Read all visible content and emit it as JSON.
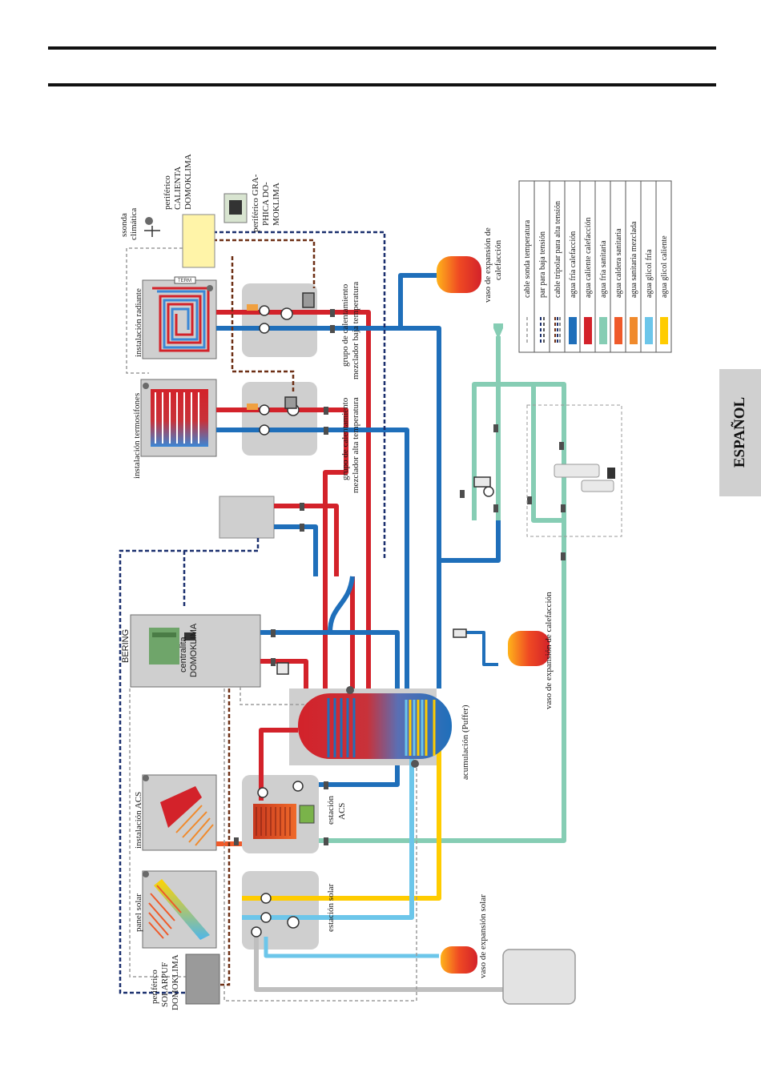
{
  "page": {
    "language_tab": "ESPAÑOL"
  },
  "colors": {
    "agua_fria_calefaccion": "#1f6fba",
    "agua_caliente_calefaccion": "#d3222a",
    "agua_fria_sanitaria": "#86cdb4",
    "agua_caldera_sanitaria": "#ef5a2a",
    "agua_sanitaria_mezclada": "#f08a2c",
    "agua_glicol_fria": "#6cc6ea",
    "agua_glicol_caliente": "#ffcc00",
    "component_grey": "#cfcfcf",
    "pipe_grey": "#bfbfbf"
  },
  "labels": {
    "ssonda": "ssonda",
    "climatica": "climática",
    "calienta_1": "periférico",
    "calienta_2": "CALIENTA",
    "calienta_3": "DOMOKLIMA",
    "grafica_1": "periférico GRA-",
    "grafica_2": "PHICA DO-",
    "grafica_3": "MOKLIMA",
    "vaso_exp_calef_top_1": "vaso de expansión de",
    "vaso_exp_calef_top_2": "calefacción",
    "instalacion_radiante": "instalación radiante",
    "grupo_baja_1": "grupo de calentamiento",
    "grupo_baja_2": "mezclador baja temperatura",
    "instalacion_termosifones": "instalación termosifones",
    "grupo_alta_1": "grupo de calentamiento",
    "grupo_alta_2": "mezclador alta temperatura",
    "bering": "BERING",
    "centralita_1": "centralita",
    "centralita_2": "DOMOKLIMA",
    "vaso_exp_calef_mid": "vaso de expansión de calefacción",
    "acumulacion": "acumulación (Puffer)",
    "instalacion_acs": "instalación ACS",
    "estacion_acs_1": "estación",
    "estacion_acs_2": "ACS",
    "panel_solar": "panel solar",
    "estacion_solar": "estación solar",
    "vaso_exp_solar": "vaso de expansión solar",
    "solarpuf_1": "periférico",
    "solarpuf_2": "SOLARPUF",
    "solarpuf_3": "DOMOKLIMA",
    "term": "TERM"
  },
  "legend": {
    "items": [
      {
        "label": "cable sonda temperatura",
        "kind": "cable-sonda"
      },
      {
        "label": "par para baja tensión",
        "kind": "par-baja"
      },
      {
        "label": "cable tripolar para alta tensión",
        "kind": "cable-tripolar"
      },
      {
        "label": "agua fría calefacción",
        "kind": "fill",
        "color": "#1f6fba"
      },
      {
        "label": "agua caliente calefacción",
        "kind": "fill",
        "color": "#d3222a"
      },
      {
        "label": "agua fría sanitaria",
        "kind": "fill",
        "color": "#86cdb4"
      },
      {
        "label": "agua caldera sanitaria",
        "kind": "fill",
        "color": "#ef5a2a"
      },
      {
        "label": "agua sanitaria mezclada",
        "kind": "fill",
        "color": "#f08a2c"
      },
      {
        "label": "agua glicol fría",
        "kind": "fill",
        "color": "#6cc6ea"
      },
      {
        "label": "agua glicol caliente",
        "kind": "fill",
        "color": "#ffcc00"
      }
    ]
  }
}
